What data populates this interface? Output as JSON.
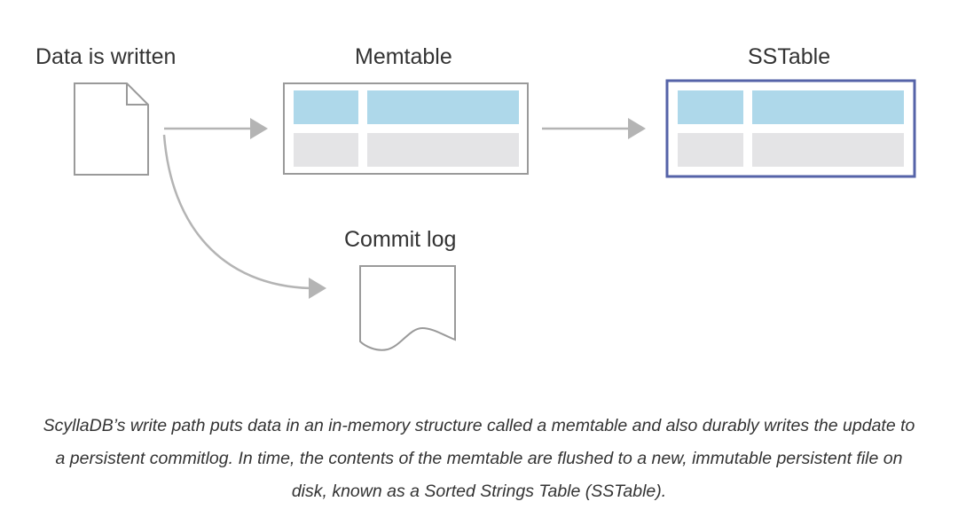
{
  "labels": {
    "data_written": "Data is written",
    "memtable": "Memtable",
    "sstable": "SSTable",
    "commit_log": "Commit log"
  },
  "caption": {
    "line1": "ScyllaDB’s write path puts data in an in-memory structure called a memtable and also durably writes the update to",
    "line2": "a persistent commitlog. In time, the contents of the memtable are flushed to a new, immutable persistent file on",
    "line3": "disk, known as a Sorted Strings Table (SSTable)."
  },
  "colors": {
    "key_cell": "#aed8ea",
    "value_cell": "#e4e4e6",
    "outline": "#9a9a9a",
    "arrow": "#b4b4b4",
    "sstable_border": "#5563a8",
    "text": "#333333"
  }
}
